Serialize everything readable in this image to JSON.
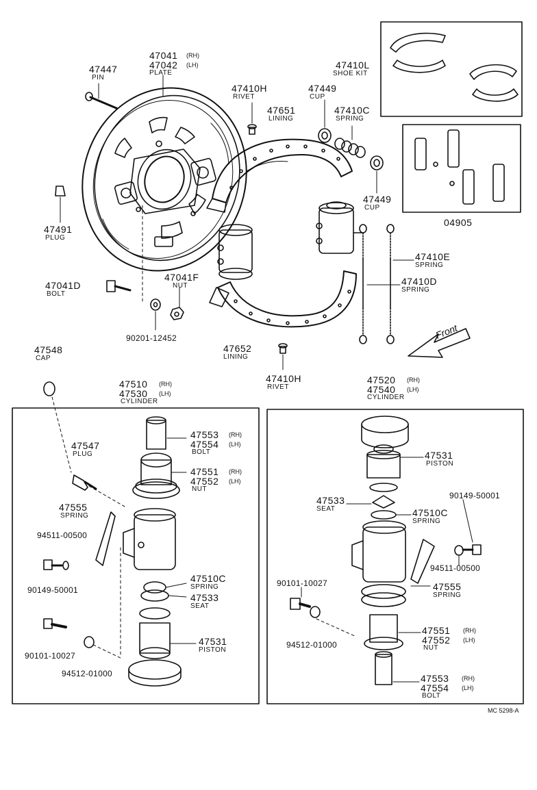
{
  "code": "MC 5298-A",
  "front_label": "Front",
  "pin": {
    "num": "47447",
    "desc": "PIN"
  },
  "plate_rh": {
    "num": "47041",
    "side": "(RH)"
  },
  "plate_lh": {
    "num": "47042",
    "side": "(LH)"
  },
  "plate_desc": "PLATE",
  "rivet_top": {
    "num": "47410H",
    "desc": "RIVET"
  },
  "cup_top": {
    "num": "47449",
    "desc": "CUP"
  },
  "shoe_kit": {
    "num": "47410L",
    "desc": "SHOE KIT"
  },
  "lining_top": {
    "num": "47651",
    "desc": "LINING"
  },
  "spring_c_top": {
    "num": "47410C",
    "desc": "SPRING"
  },
  "cup_mid": {
    "num": "47449",
    "desc": "CUP"
  },
  "kit_04905": "04905",
  "plug_47491": {
    "num": "47491",
    "desc": "PLUG"
  },
  "spring_e": {
    "num": "47410E",
    "desc": "SPRING"
  },
  "spring_d": {
    "num": "47410D",
    "desc": "SPRING"
  },
  "bolt_47041d": {
    "num": "47041D",
    "desc": "BOLT"
  },
  "nut_47041f": {
    "num": "47041F",
    "desc": "NUT"
  },
  "washer_top": "90201-12452",
  "lining_bottom": {
    "num": "47652",
    "desc": "LINING"
  },
  "rivet_bottom": {
    "num": "47410H",
    "desc": "RIVET"
  },
  "cap": {
    "num": "47548",
    "desc": "CAP"
  },
  "left_cyl_rh": {
    "num": "47510",
    "side": "(RH)"
  },
  "left_cyl_lh": {
    "num": "47530",
    "side": "(LH)"
  },
  "left_cyl_desc": "CYLINDER",
  "right_cyl_rh": {
    "num": "47520",
    "side": "(RH)"
  },
  "right_cyl_lh": {
    "num": "47540",
    "side": "(LH)"
  },
  "right_cyl_desc": "CYLINDER",
  "left": {
    "bolt_rh": {
      "num": "47553",
      "side": "(RH)"
    },
    "bolt_lh": {
      "num": "47554",
      "side": "(LH)"
    },
    "bolt_desc": "BOLT",
    "plug": {
      "num": "47547",
      "desc": "PLUG"
    },
    "nut_rh": {
      "num": "47551",
      "side": "(RH)"
    },
    "nut_lh": {
      "num": "47552",
      "side": "(LH)"
    },
    "nut_desc": "NUT",
    "spring_55": {
      "num": "47555",
      "desc": "SPRING"
    },
    "washer_94511": "94511-00500",
    "bolt_90149": "90149-50001",
    "spring_10c": {
      "num": "47510C",
      "desc": "SPRING"
    },
    "seat": {
      "num": "47533",
      "desc": "SEAT"
    },
    "bolt_90101": "90101-10027",
    "piston": {
      "num": "47531",
      "desc": "PISTON"
    },
    "washer_94512": "94512-01000"
  },
  "right": {
    "piston": {
      "num": "47531",
      "desc": "PISTON"
    },
    "bolt_90149": "90149-50001",
    "seat": {
      "num": "47533",
      "desc": "SEAT"
    },
    "spring_10c": {
      "num": "47510C",
      "desc": "SPRING"
    },
    "washer_94511": "94511-00500",
    "bolt_90101": "90101-10027",
    "spring_55": {
      "num": "47555",
      "desc": "SPRING"
    },
    "nut_rh": {
      "num": "47551",
      "side": "(RH)"
    },
    "nut_lh": {
      "num": "47552",
      "side": "(LH)"
    },
    "nut_desc": "NUT",
    "washer_94512": "94512-01000",
    "bolt_rh": {
      "num": "47553",
      "side": "(RH)"
    },
    "bolt_lh": {
      "num": "47554",
      "side": "(LH)"
    },
    "bolt_desc": "BOLT"
  }
}
